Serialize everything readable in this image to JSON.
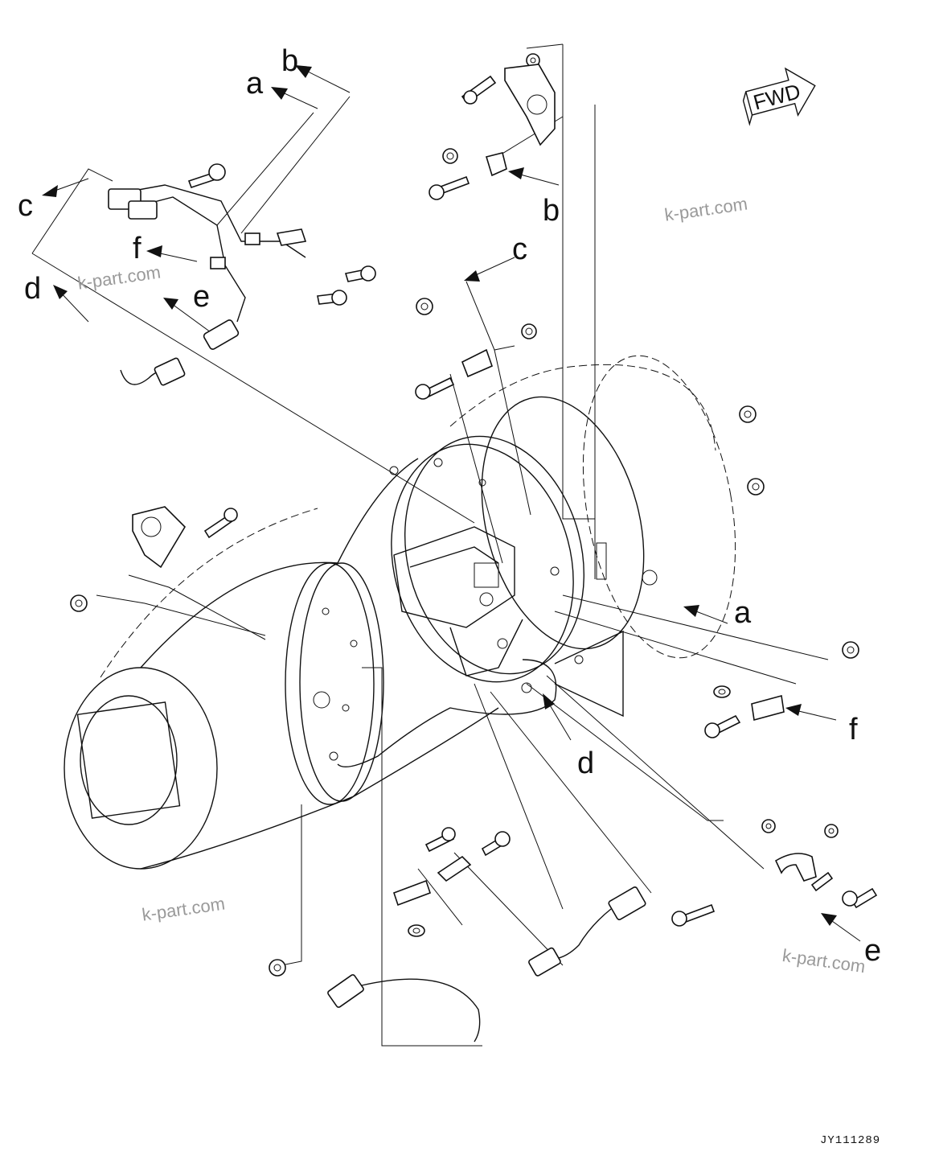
{
  "diagram": {
    "fwd_marker": "FWD",
    "drawing_code": "JY111289",
    "watermark": "k-part.com",
    "callouts": [
      "a",
      "b",
      "a",
      "b",
      "c",
      "c",
      "d",
      "e",
      "f",
      "d",
      "f",
      "e"
    ],
    "part_icons": [
      "bolt-icon",
      "nut-icon",
      "washer-icon",
      "bracket-icon",
      "clamp-icon",
      "sensor-icon",
      "connector-icon",
      "harness-icon"
    ]
  }
}
